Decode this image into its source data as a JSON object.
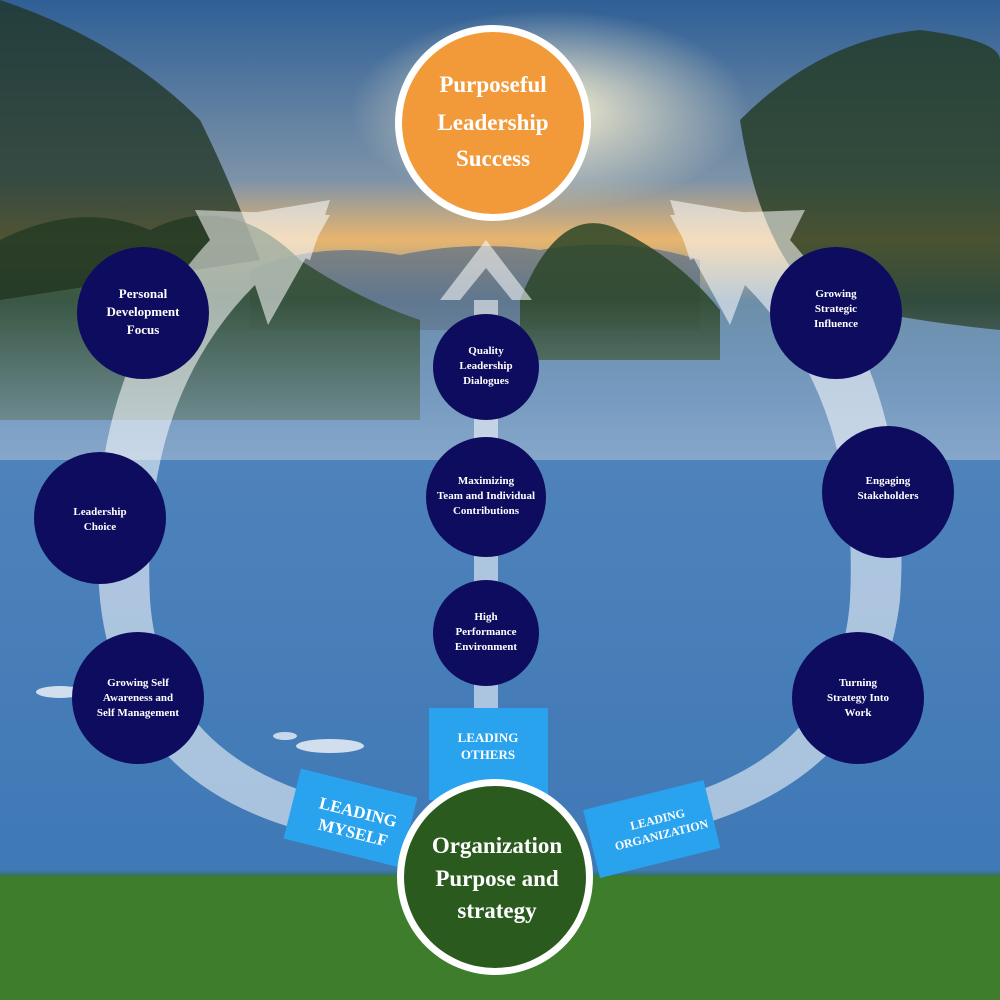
{
  "top_goal": {
    "lines": [
      "Purposeful",
      "Leadership",
      "Success"
    ],
    "color": "#f29a3a"
  },
  "base": {
    "lines": [
      "Organization",
      "Purpose and",
      "strategy"
    ],
    "color": "#2b5a1e"
  },
  "tracks": {
    "myself": {
      "label_lines": [
        "LEADING",
        "MYSELF"
      ]
    },
    "others": {
      "label_lines": [
        "LEADING",
        "OTHERS"
      ]
    },
    "organization": {
      "label_lines": [
        "LEADING",
        "ORGANIZATION"
      ]
    }
  },
  "nodes": {
    "left": [
      {
        "lines": [
          "Personal",
          "Development",
          "Focus"
        ]
      },
      {
        "lines": [
          "Leadership",
          "Choice"
        ]
      },
      {
        "lines": [
          "Growing Self",
          "Awareness and",
          "Self Management"
        ]
      }
    ],
    "center": [
      {
        "lines": [
          "Quality",
          "Leadership",
          "Dialogues"
        ]
      },
      {
        "lines": [
          "Maximizing",
          "Team and Individual",
          "Contributions"
        ]
      },
      {
        "lines": [
          "High",
          "Performance",
          "Environment"
        ]
      }
    ],
    "right": [
      {
        "lines": [
          "Growing",
          "Strategic",
          "Influence"
        ]
      },
      {
        "lines": [
          "Engaging",
          "Stakeholders"
        ]
      },
      {
        "lines": [
          "Turning",
          "Strategy Into",
          "Work"
        ]
      }
    ]
  },
  "colors": {
    "node_fill": "#0e0c5e",
    "tag_fill": "#2aa3ef",
    "arrow": "#ffffff"
  }
}
